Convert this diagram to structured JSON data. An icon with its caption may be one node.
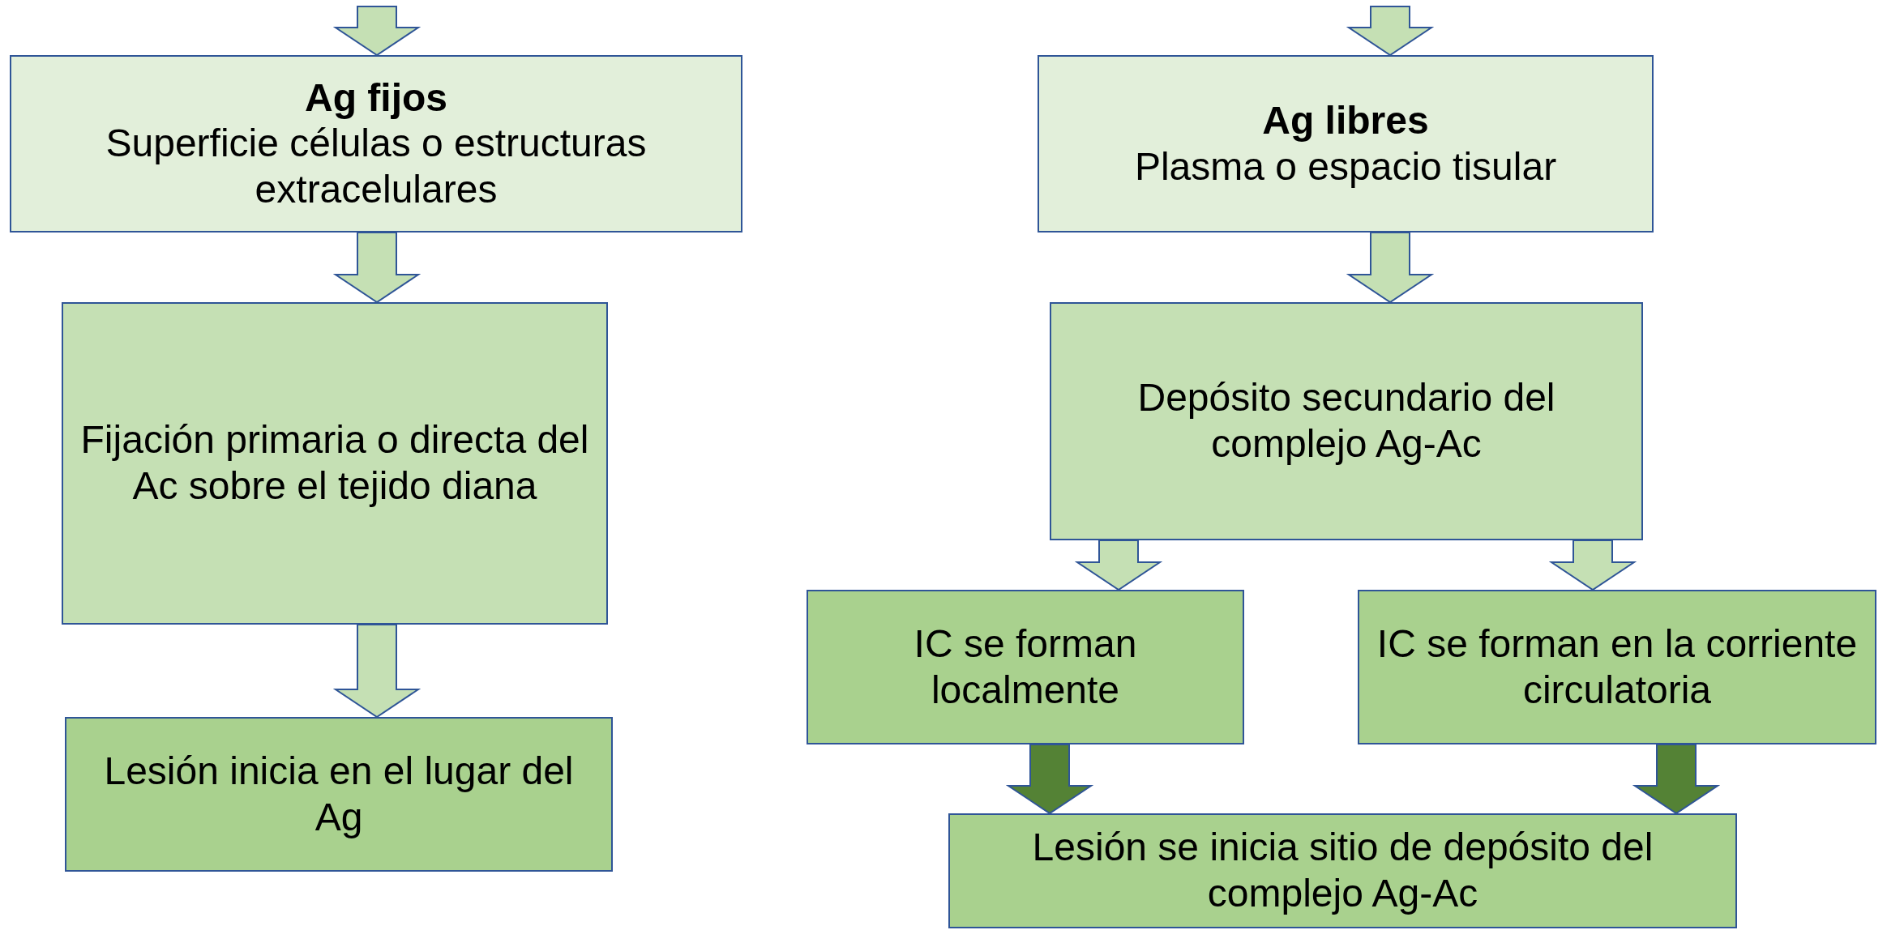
{
  "diagram": {
    "nodes": [
      {
        "text": [
          "Ag fijos",
          "Superficie células o estructuras extracelulares"
        ]
      },
      {
        "text": [
          "Fijación primaria o directa del Ac sobre el tejido diana"
        ]
      },
      {
        "text": [
          "Lesión inicia en el lugar del Ag"
        ]
      },
      {
        "text": [
          "Ag libres",
          "Plasma o espacio tisular"
        ]
      },
      {
        "text": [
          "Depósito secundario del complejo Ag-Ac"
        ]
      },
      {
        "text": [
          "IC se forman localmente"
        ]
      },
      {
        "text": [
          "IC se forman en la corriente circulatoria"
        ]
      },
      {
        "text": [
          "Lesión se inicia sitio de depósito del complejo Ag-Ac"
        ]
      }
    ],
    "edges": [
      {
        "from": null,
        "to": 0,
        "arrow": "to"
      },
      {
        "from": 0,
        "to": 1,
        "arrow": "to"
      },
      {
        "from": 1,
        "to": 2,
        "arrow": "to"
      },
      {
        "from": null,
        "to": 3,
        "arrow": "to"
      },
      {
        "from": 3,
        "to": 4,
        "arrow": "to"
      },
      {
        "from": 4,
        "to": 5,
        "arrow": "to"
      },
      {
        "from": 4,
        "to": 6,
        "arrow": "to"
      },
      {
        "from": 5,
        "to": 7,
        "arrow": "to",
        "color": "#548235"
      },
      {
        "from": 6,
        "to": 7,
        "arrow": "to",
        "color": "#548235"
      }
    ]
  }
}
